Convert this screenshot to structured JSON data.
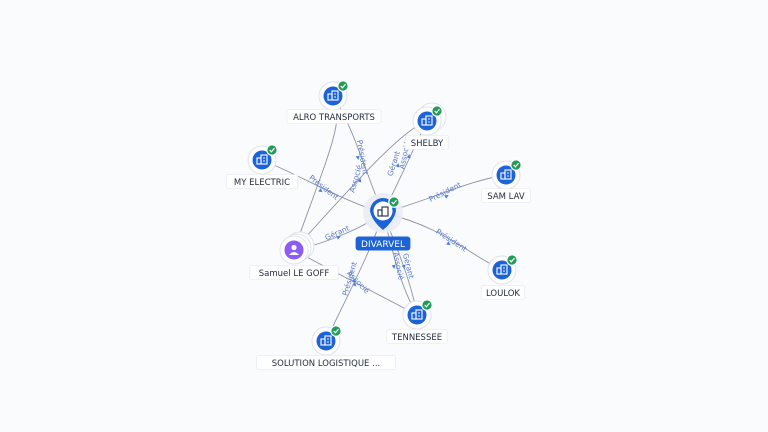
{
  "center": {
    "label": "DIVARVEL",
    "icon": "building-icon",
    "verified": true
  },
  "nodes": [
    {
      "id": "alro",
      "label": "ALRO TRANSPORTS",
      "icon": "building-icon",
      "verified": true
    },
    {
      "id": "shelby",
      "label": "SHELBY",
      "icon": "building-icon",
      "verified": true
    },
    {
      "id": "myelectric",
      "label": "MY ELECTRIC",
      "icon": "building-icon",
      "verified": true
    },
    {
      "id": "samlav",
      "label": "SAM LAV",
      "icon": "building-icon",
      "verified": true
    },
    {
      "id": "samuel",
      "label": "Samuel LE GOFF",
      "icon": "person-icon",
      "verified": false
    },
    {
      "id": "loulok",
      "label": "LOULOK",
      "icon": "building-icon",
      "verified": true
    },
    {
      "id": "tennessee",
      "label": "TENNESSEE",
      "icon": "building-icon",
      "verified": true
    },
    {
      "id": "solution",
      "label": "SOLUTION LOGISTIQUE ...",
      "icon": "building-icon",
      "verified": true
    }
  ],
  "edges": [
    {
      "from": "samuel",
      "to": "alro",
      "label": "Associé"
    },
    {
      "from": "center",
      "to": "alro",
      "label": "Président"
    },
    {
      "from": "samuel",
      "to": "shelby",
      "label": "Gérant"
    },
    {
      "from": "center",
      "to": "shelby",
      "label": "Associé"
    },
    {
      "from": "center",
      "to": "myelectric",
      "label": "Président"
    },
    {
      "from": "center",
      "to": "samlav",
      "label": "Président"
    },
    {
      "from": "center",
      "to": "loulok",
      "label": "Président"
    },
    {
      "from": "samuel",
      "to": "center",
      "label": "Gérant"
    },
    {
      "from": "samuel",
      "to": "tennessee",
      "label": "Associé"
    },
    {
      "from": "center",
      "to": "tennessee",
      "label": "Associé"
    },
    {
      "from": "center",
      "to": "tennessee",
      "label": "Gérant"
    },
    {
      "from": "center",
      "to": "solution",
      "label": "Président"
    }
  ],
  "colors": {
    "accent": "#1d63d8",
    "verified": "#1f9d55",
    "person": "#8b5cf6",
    "edge_label": "#5b78c8"
  }
}
